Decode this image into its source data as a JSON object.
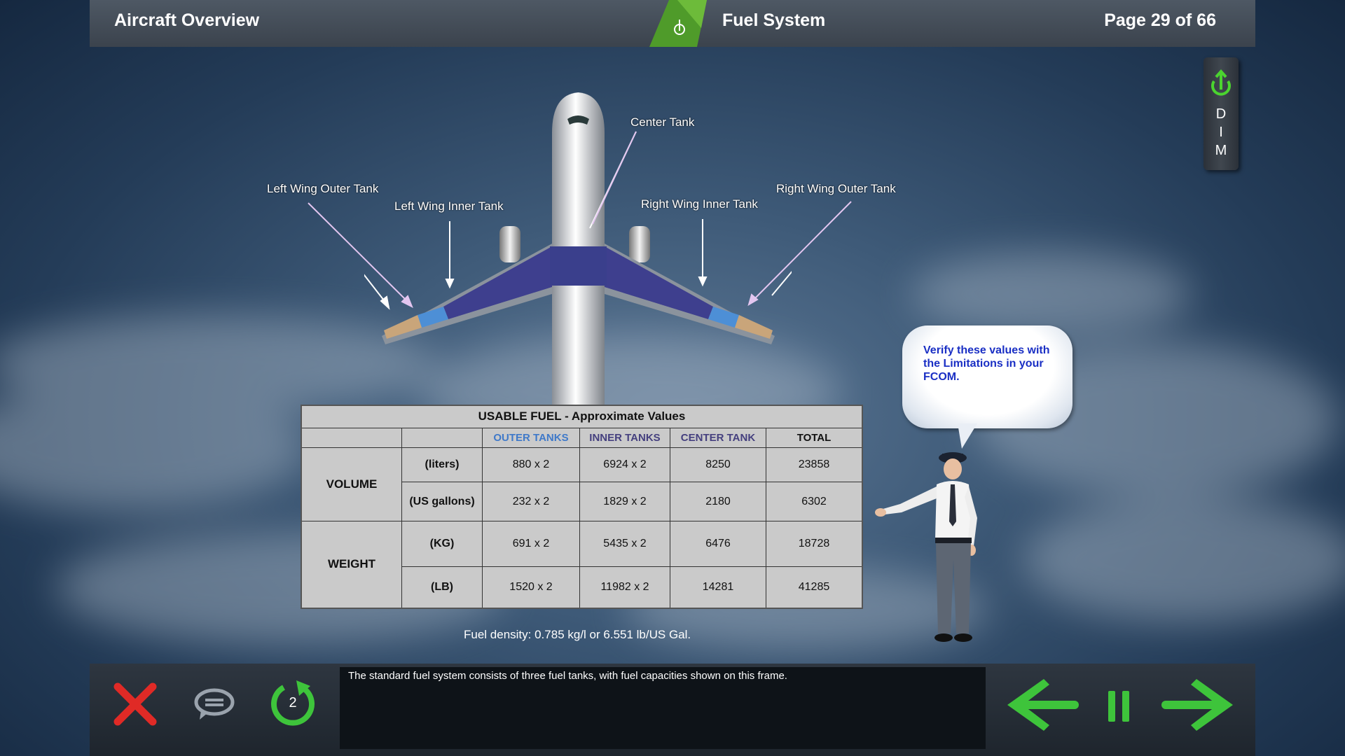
{
  "header": {
    "title": "Aircraft Overview",
    "center_title": "Fuel System",
    "page": "Page 29 of 66"
  },
  "dim_button": {
    "letters": [
      "D",
      "I",
      "M"
    ]
  },
  "diagram_labels": {
    "center_tank": "Center Tank",
    "left_outer": "Left Wing Outer Tank",
    "left_inner": "Left Wing Inner Tank",
    "right_inner": "Right Wing Inner Tank",
    "right_outer": "Right Wing Outer Tank"
  },
  "table": {
    "caption": "USABLE FUEL - Approximate Values",
    "headers": [
      "OUTER TANKS",
      "INNER TANKS",
      "CENTER TANK",
      "TOTAL"
    ],
    "volume_label": "VOLUME",
    "weight_label": "WEIGHT",
    "rows": [
      {
        "unit": "(liters)",
        "values": [
          "880 x 2",
          "6924 x 2",
          "8250",
          "23858"
        ]
      },
      {
        "unit": "(US gallons)",
        "values": [
          "232 x 2",
          "1829 x 2",
          "2180",
          "6302"
        ]
      },
      {
        "unit": "(KG)",
        "values": [
          "691 x 2",
          "5435 x 2",
          "6476",
          "18728"
        ]
      },
      {
        "unit": "(LB)",
        "values": [
          "1520 x 2",
          "11982 x 2",
          "14281",
          "41285"
        ]
      }
    ]
  },
  "density_note": "Fuel density: 0.785 kg/l or 6.551 lb/US Gal.",
  "bubble_text": "Verify these values with the Limitations in your FCOM.",
  "caption_text": "The standard fuel system consists of three fuel tanks, with fuel capacities shown on this frame.",
  "replay_count": "2",
  "colors": {
    "accent_green": "#3ec43b",
    "close_red": "#e02a26",
    "outer_tank": "#c9a57a",
    "inner_tank_light": "#4d8fd6",
    "inner_tank_dark": "#3e3f8e",
    "center_tank": "#3a3f8c"
  }
}
